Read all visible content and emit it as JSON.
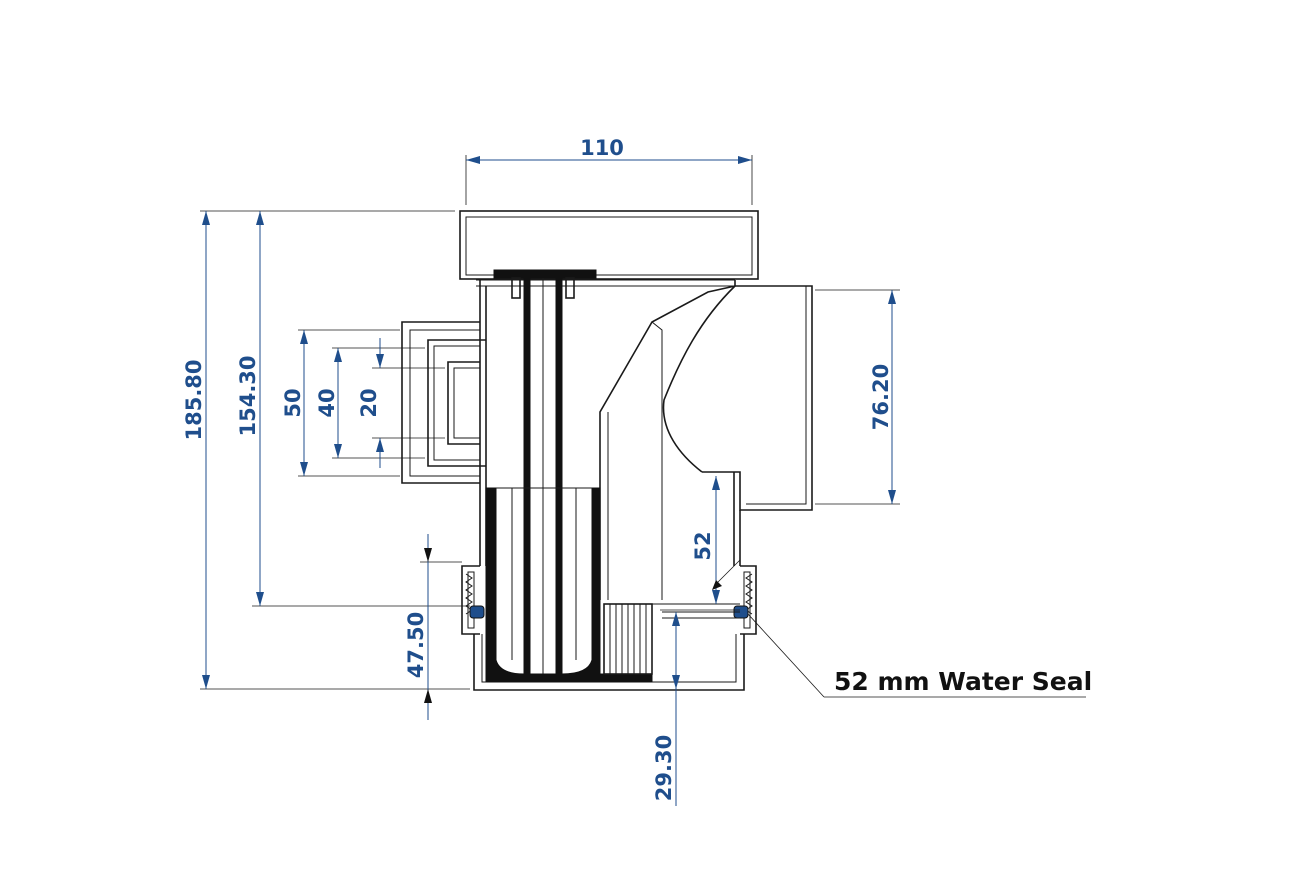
{
  "diagram": {
    "note": "52 mm Water Seal",
    "dimensions": {
      "width_top": "110",
      "height_total": "185.80",
      "height_inner": "154.30",
      "inlet_50": "50",
      "inlet_40": "40",
      "inlet_20": "20",
      "outlet_diameter": "76.20",
      "water_seal": "52",
      "trap_height": "47.50",
      "bottom_offset": "29.30"
    },
    "colors": {
      "dimension": "#1f4e8c",
      "outline": "#1a1a1a",
      "seal": "#1f4e8c"
    }
  }
}
